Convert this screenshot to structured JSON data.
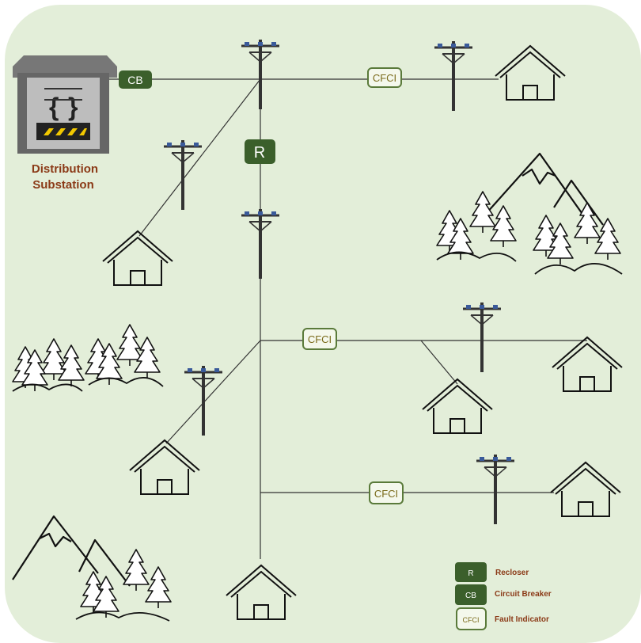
{
  "substation": {
    "label_line1": "Distribution",
    "label_line2": "Substation"
  },
  "badges": {
    "cb": "CB",
    "recloser": "R",
    "cfci_top": "CFCI",
    "cfci_middle": "CFCI",
    "cfci_bottom": "CFCI"
  },
  "legend": {
    "items": [
      {
        "symbol": "R",
        "label": "Recloser"
      },
      {
        "symbol": "CB",
        "label": "Circuit Breaker"
      },
      {
        "symbol": "CFCI",
        "label": "Fault Indicator"
      }
    ]
  },
  "colors": {
    "background": "#e3eed9",
    "dark_green": "#3b5f2b",
    "cfci_border": "#5a7a3a",
    "label_brown": "#8b3a17",
    "line": "#333333"
  }
}
